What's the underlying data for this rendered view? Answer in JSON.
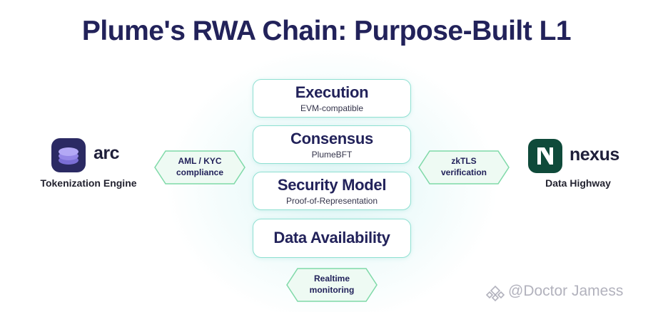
{
  "title": "Plume's RWA Chain: Purpose-Built L1",
  "stack": [
    {
      "title": "Execution",
      "subtitle": "EVM-compatible"
    },
    {
      "title": "Consensus",
      "subtitle": "PlumeBFT"
    },
    {
      "title": "Security Model",
      "subtitle": "Proof-of-Representation"
    },
    {
      "title": "Data Availability",
      "subtitle": ""
    }
  ],
  "left": {
    "brand": "arc",
    "caption": "Tokenization Engine",
    "connector": "AML / KYC\ncompliance",
    "icon": "arc-logo-icon",
    "tile_color": "#2b2a63",
    "mark_color": "#a99af0"
  },
  "right": {
    "brand": "nexus",
    "caption": "Data Highway",
    "connector": "zkTLS\nverification",
    "icon": "nexus-logo-icon",
    "tile_color": "#0f4a3a",
    "mark_color": "#ffffff"
  },
  "bottom": {
    "connector": "Realtime\nmonitoring"
  },
  "watermark": "@Doctor Jamess",
  "colors": {
    "title": "#22225a",
    "box_border": "#8fe0d2",
    "hex_border": "#7fd9a8",
    "hex_fill": "#eefaf3"
  }
}
